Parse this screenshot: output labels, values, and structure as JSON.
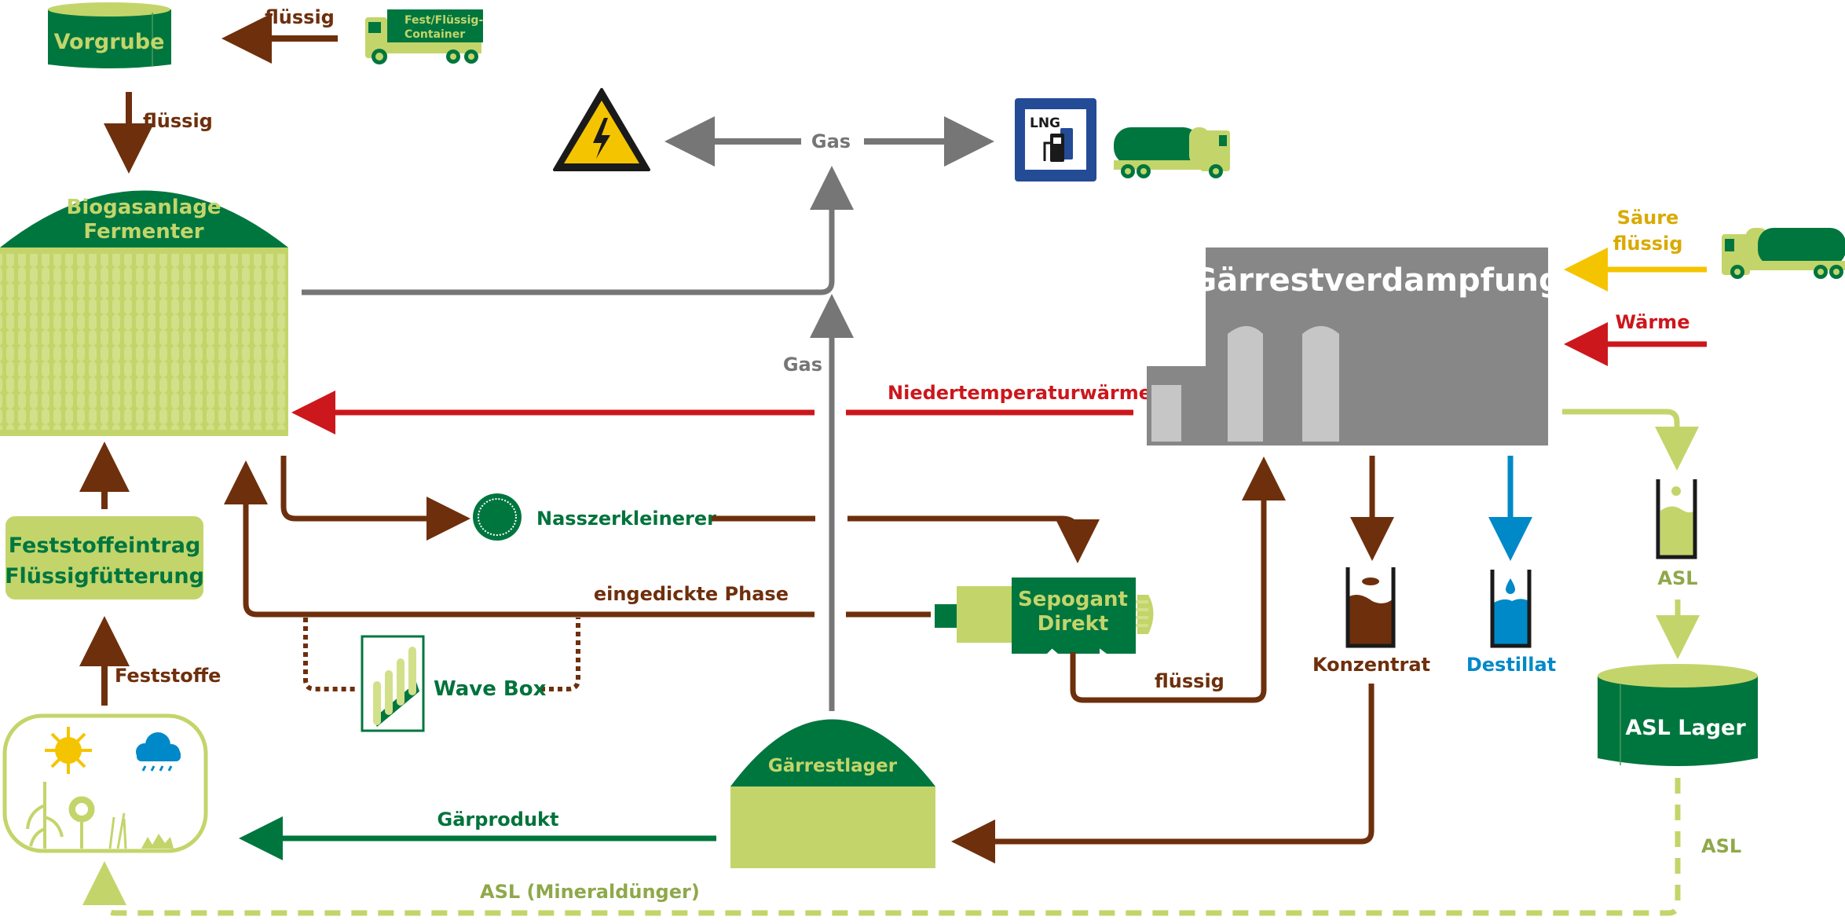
{
  "colors": {
    "dark_green": "#00763f",
    "lime": "#c3d56a",
    "lime_light": "#d2e08a",
    "brown": "#6e2f0c",
    "grey": "#767676",
    "building_grey": "#878787",
    "silo_grey": "#c6c6c6",
    "red": "#cc171c",
    "yellow": "#f5c400",
    "blue": "#0089c8"
  },
  "nodes": {
    "vorgrube": "Vorgrube",
    "container_truck": [
      "Fest/Flüssig-",
      "Container"
    ],
    "fermenter": [
      "Biogasanlage",
      "Fermenter"
    ],
    "feststoffeintrag": [
      "Feststoffeintrag",
      "Flüssigfütterung"
    ],
    "nasszerkleinerer": "Nasszerkleinerer",
    "sepogant": [
      "Sepogant",
      "Direkt"
    ],
    "wave_box": "Wave Box",
    "gaerrestlager": "Gärrestlager",
    "gaerrestverdampfung": "Gärrestverdampfung",
    "lng_sign": "LNG",
    "konzentrat": "Konzentrat",
    "destillat": "Destillat",
    "asl_beaker": "ASL",
    "asl_lager": "ASL Lager"
  },
  "flows": {
    "truck_to_vorgrube": "flüssig",
    "vorgrube_to_fermenter": "flüssig",
    "gas_top": "Gas",
    "gas_vertical": "Gas",
    "niedertemperaturwaerme": "Niedertemperaturwärme",
    "eingedickte_phase": "eingedickte Phase",
    "sepogant_fluessig": "flüssig",
    "feststoffe": "Feststoffe",
    "gaerprodukt": "Gärprodukt",
    "asl_mineral": "ASL (Mineraldünger)",
    "asl_return": "ASL",
    "saeure": [
      "Säure",
      "flüssig"
    ],
    "waerme": "Wärme"
  },
  "icons": {
    "high_voltage": "high-voltage-warning-icon",
    "lng_station": "lng-fuel-station-icon",
    "tanker_truck": "tanker-truck-icon",
    "container_truck": "container-truck-icon",
    "field": "field-crops-weather-icon"
  }
}
